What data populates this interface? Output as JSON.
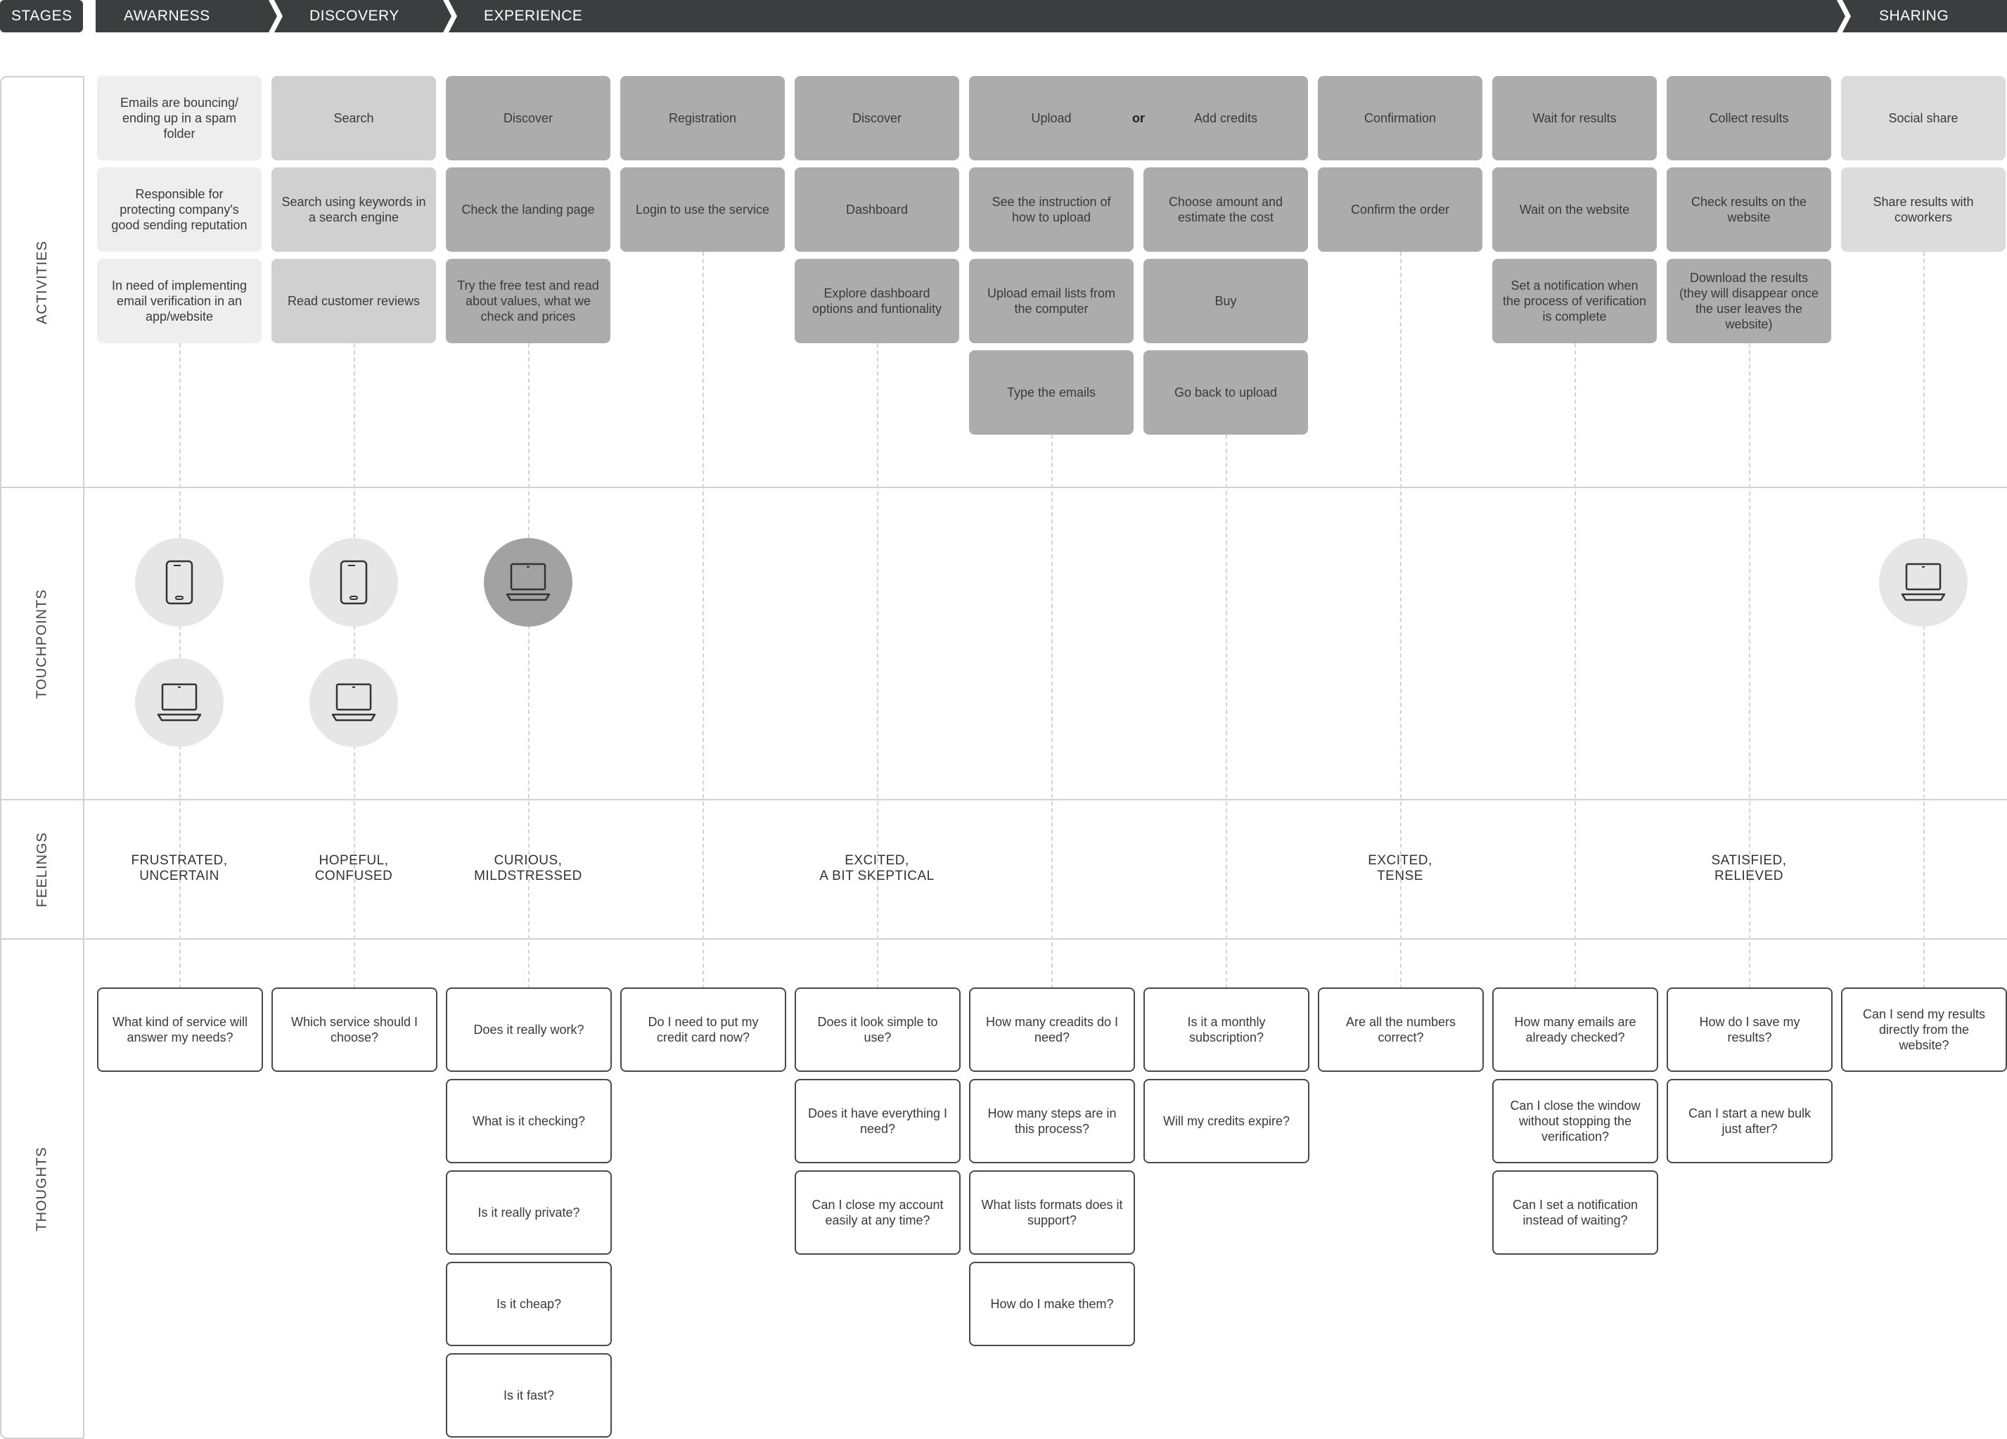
{
  "stages": {
    "title": "STAGES",
    "items": [
      "AWARNESS",
      "DISCOVERY",
      "EXPERIENCE",
      "SHARING"
    ]
  },
  "rows": {
    "activities": "ACTIVITIES",
    "touchpoints": "TOUCHPOINTS",
    "feelings": "FEELINGS",
    "thoughts": "THOUGHTS"
  },
  "activities": {
    "c1": [
      "Emails are bouncing/ ending up in a spam folder",
      "Responsible for protecting company's good sending reputation",
      "In need of implementing email verification in an app/website"
    ],
    "c2": [
      "Search",
      "Search using keywords in a search engine",
      "Read customer reviews"
    ],
    "c3": [
      "Discover",
      "Check the landing page",
      "Try the free test and read about values, what we check and prices"
    ],
    "c4": [
      "Registration",
      "Login to use the service"
    ],
    "c5": [
      "Discover",
      "Dashboard",
      "Explore dashboard options and funtionality"
    ],
    "c6_7_head": {
      "left": "Upload",
      "or": "or",
      "right": "Add credits"
    },
    "c6": [
      "See the instruction of how to upload",
      "Upload email lists from the computer",
      "Type the emails"
    ],
    "c7": [
      "Choose amount and estimate the cost",
      "Buy",
      "Go back to upload"
    ],
    "c8": [
      "Confirmation",
      "Confirm the order"
    ],
    "c9": [
      "Wait for results",
      "Wait on the website",
      "Set a notification when the process of verification is complete"
    ],
    "c10": [
      "Collect results",
      "Check results on the website",
      "Download the results (they will disappear once the user leaves the website)"
    ],
    "c11": [
      "Social share",
      "Share results with coworkers"
    ]
  },
  "touchpoints": {
    "c1": [
      "phone-icon",
      "laptop-icon"
    ],
    "c2": [
      "phone-icon",
      "laptop-icon"
    ],
    "c3": [
      "laptop-icon"
    ],
    "c11": [
      "laptop-icon"
    ]
  },
  "feelings": {
    "c1": [
      "FRUSTRATED,",
      "UNCERTAIN"
    ],
    "c2": [
      "HOPEFUL,",
      "CONFUSED"
    ],
    "c3": [
      "CURIOUS,",
      "MILDSTRESSED"
    ],
    "c5": [
      "EXCITED,",
      "A BIT SKEPTICAL"
    ],
    "c8": [
      "EXCITED,",
      "TENSE"
    ],
    "c10": [
      "SATISFIED,",
      "RELIEVED"
    ]
  },
  "thoughts": {
    "c1": [
      "What kind of service will answer my needs?"
    ],
    "c2": [
      "Which service should I choose?"
    ],
    "c3": [
      "Does it really work?",
      "What is it checking?",
      "Is it really private?",
      "Is it cheap?",
      "Is it fast?"
    ],
    "c4": [
      "Do I need to put my credit card now?"
    ],
    "c5": [
      "Does it look simple to use?",
      "Does it have everything I need?",
      "Can I close my account easily at any time?"
    ],
    "c6": [
      "How many creadits do I need?",
      "How many steps are in this process?",
      "What lists formats does it support?",
      "How do I make them?"
    ],
    "c7": [
      "Is it a monthly subscription?",
      "Will my credits expire?"
    ],
    "c8": [
      "Are all the numbers correct?"
    ],
    "c9": [
      "How many emails are already checked?",
      "Can I close the window without stopping the verification?",
      "Can I set a notification instead of waiting?"
    ],
    "c10": [
      "How do I save my results?",
      "Can I start a new bulk just after?"
    ],
    "c11": [
      "Can I send my results directly from the website?"
    ]
  }
}
